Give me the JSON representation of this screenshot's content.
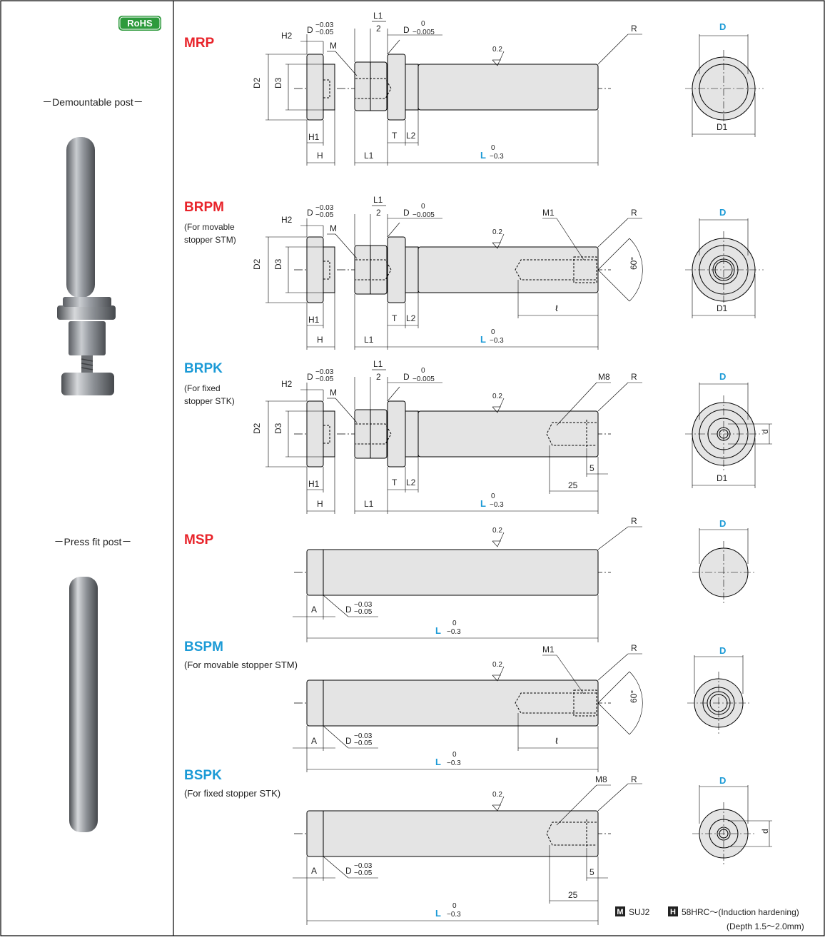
{
  "rohs_badge": "RoHS",
  "left_panel": {
    "demountable_caption": "－Demountable post－",
    "pressfit_caption": "－Press fit post－"
  },
  "sections": [
    {
      "code": "MRP",
      "sub1": "",
      "sub2": "",
      "color": "#e8232a"
    },
    {
      "code": "BRPM",
      "sub1": "(For movable",
      "sub2": "stopper STM)",
      "color": "#e8232a"
    },
    {
      "code": "BRPK",
      "sub1": "(For fixed",
      "sub2": "stopper STK)",
      "color": "#1b9ad6"
    },
    {
      "code": "MSP",
      "sub1": "",
      "sub2": "",
      "color": "#e8232a"
    },
    {
      "code": "BSPM",
      "sub1": "(For movable stopper STM)",
      "sub2": "",
      "color": "#1b9ad6"
    },
    {
      "code": "BSPK",
      "sub1": "(For fixed stopper STK)",
      "sub2": "",
      "color": "#1b9ad6"
    }
  ],
  "dims": {
    "D": "D",
    "D1": "D1",
    "D2": "D2",
    "D3": "D3",
    "H": "H",
    "H1": "H1",
    "H2": "H2",
    "L": "L",
    "L1": "L1",
    "L1_over_2_num": "L1",
    "L1_over_2_den": "2",
    "M": "M",
    "M1": "M1",
    "M8": "M8",
    "R": "R",
    "T": "T",
    "L2": "L2",
    "A": "A",
    "ell": "ℓ",
    "d": "d",
    "tol_D_letter": "D",
    "tol_D_upper": "−0.03",
    "tol_D_lower": "−0.05",
    "tol_Dk_upper": "0",
    "tol_Dk_lower": "−0.005",
    "tol_L_upper": "0",
    "tol_L_lower": "−0.3",
    "roughness": "0.2",
    "angle": "60°",
    "n5": "5",
    "n25": "25"
  },
  "materials": {
    "m_badge": "M",
    "material": "SUJ2",
    "h_badge": "H",
    "hardness": "58HRC～(Induction hardening)",
    "depth": "(Depth 1.5～2.0mm)"
  }
}
